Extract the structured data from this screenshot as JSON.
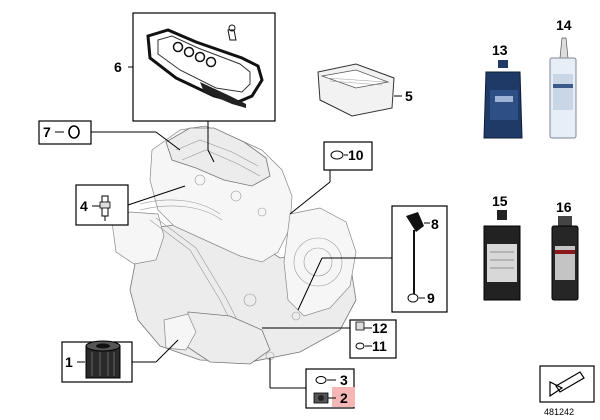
{
  "callouts": {
    "c1": "1",
    "c2": "2",
    "c3": "3",
    "c4": "4",
    "c5": "5",
    "c6": "6",
    "c7": "7",
    "c8": "8",
    "c9": "9",
    "c10": "10",
    "c11": "11",
    "c12": "12",
    "c13": "13",
    "c14": "14",
    "c15": "15",
    "c16": "16"
  },
  "diagram_id": "481242",
  "colors": {
    "highlight": "#f7b6b6",
    "oil_bottle": "#1f3a66",
    "tube_label": "#e8eef5",
    "dark_bottle": "#222222",
    "spray_can": "#262626"
  }
}
